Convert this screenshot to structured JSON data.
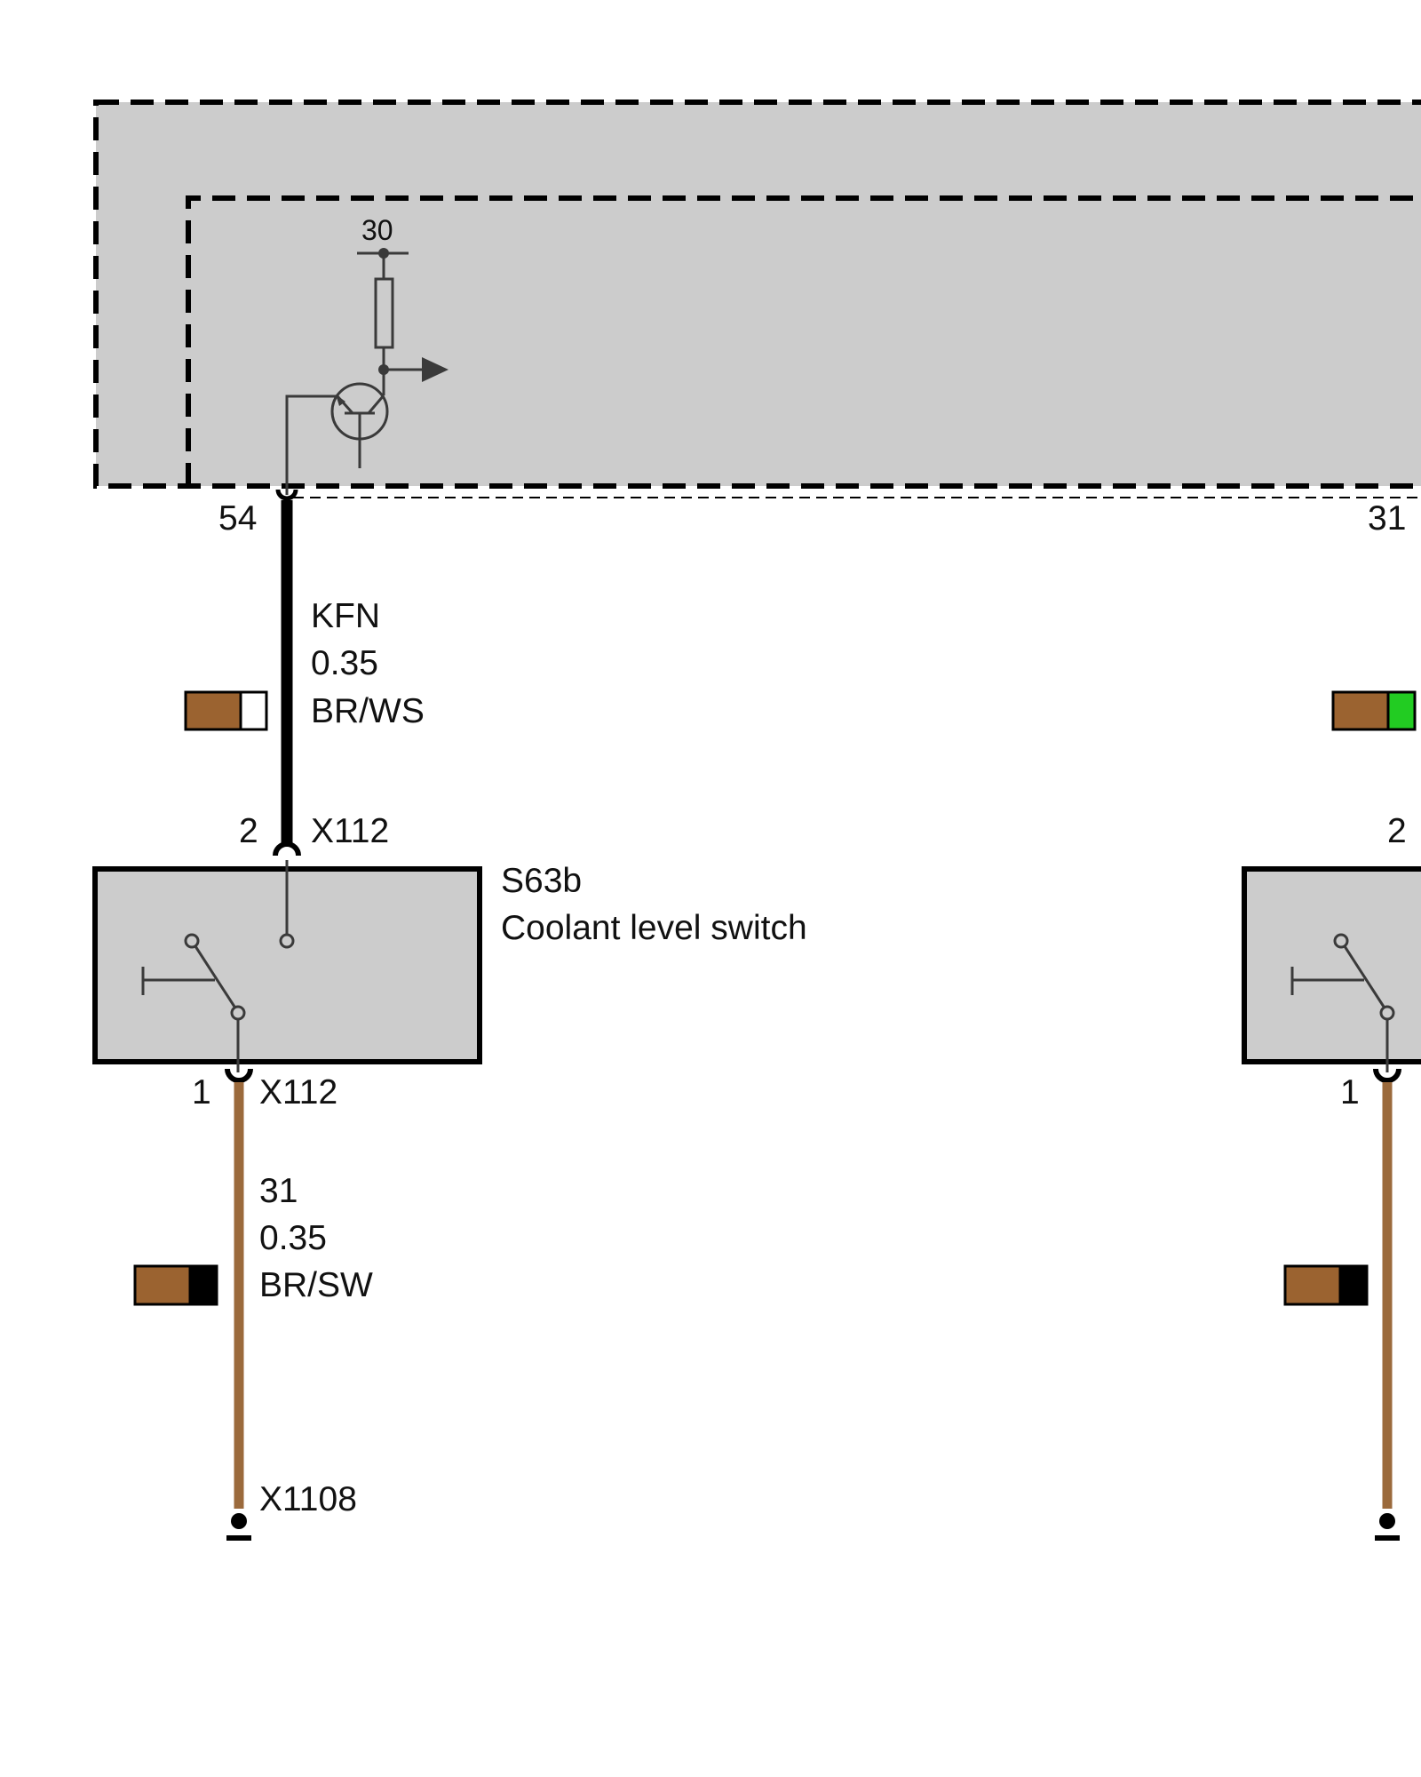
{
  "colors": {
    "module_fill": "#cccccc",
    "wire_black": "#000000",
    "wire_brown": "#9b6a3c",
    "swatch_brown": "#9b6330",
    "swatch_white": "#ffffff",
    "swatch_green": "#22cc22",
    "swatch_black": "#000000",
    "symbol_gray": "#3a3a3a"
  },
  "control_module": {
    "terminal_30": "30",
    "pin_54": "54",
    "pin_31": "31"
  },
  "wire_kfn": {
    "name": "KFN",
    "gauge": "0.35",
    "color_code": "BR/WS"
  },
  "switch_left": {
    "id": "S63b",
    "name": "Coolant level switch",
    "top_pin": "2",
    "top_connector": "X112",
    "bottom_pin": "1",
    "bottom_connector": "X112"
  },
  "wire_ground_left": {
    "name": "31",
    "gauge": "0.35",
    "color_code": "BR/SW",
    "ground_point": "X1108"
  },
  "switch_right_partial": {
    "top_pin": "2",
    "bottom_pin": "1"
  }
}
